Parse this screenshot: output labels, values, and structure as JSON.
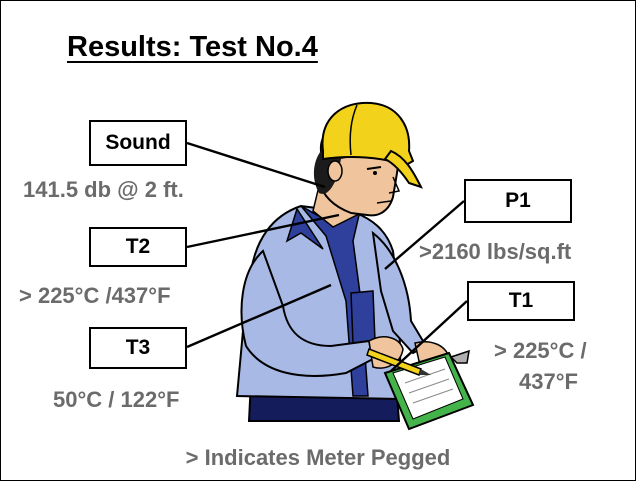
{
  "title": "Results: Test No.4",
  "labels": {
    "sound": {
      "box": "Sound",
      "value": "141.5 db @ 2 ft."
    },
    "t2": {
      "box": "T2",
      "value": "> 225°C /437°F"
    },
    "t3": {
      "box": "T3",
      "value": "50°C / 122°F"
    },
    "p1": {
      "box": "P1",
      "value": ">2160 lbs/sq.ft"
    },
    "t1": {
      "box": "T1",
      "value_line1": "> 225°C /",
      "value_line2": "437°F"
    }
  },
  "footnote": "> Indicates Meter Pegged",
  "colors": {
    "hat": "#f2d21b",
    "shirt": "#a8b9e6",
    "shirt_dark": "#2f3f9c",
    "skin": "#f0c49c",
    "hair": "#1b1b1b",
    "clipboard": "#43b34a",
    "value_text": "#6b6b6b"
  },
  "icons": [
    "worker-illustration",
    "hard-hat-icon",
    "clipboard-icon",
    "pencil-icon"
  ]
}
